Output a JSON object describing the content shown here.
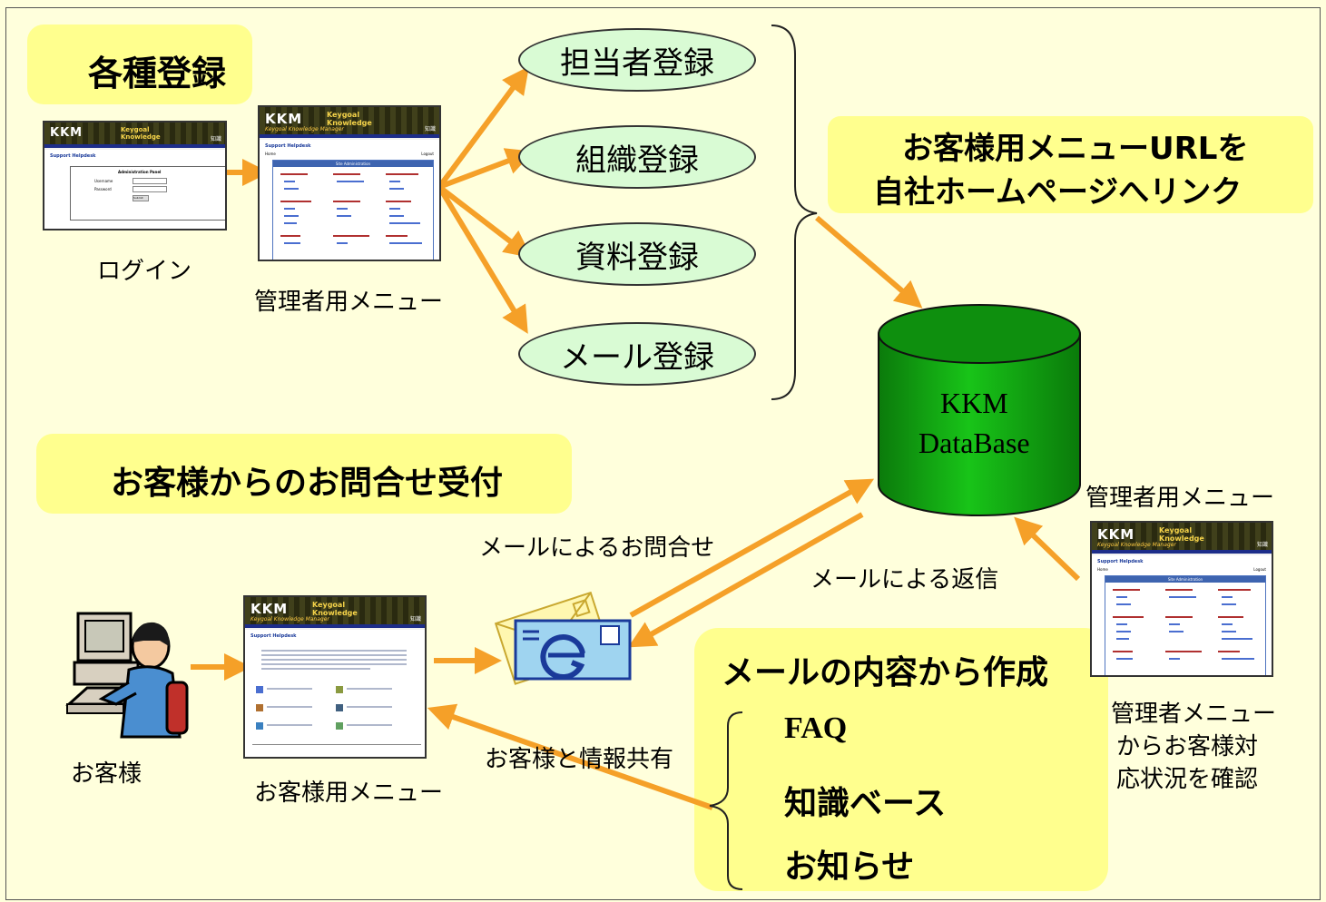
{
  "headers": {
    "registration": "各種登録",
    "inquiry": "お客様からのお問合せ受付",
    "link_line1": "お客様用メニューURLを",
    "link_line2": "自社ホームページへリンク"
  },
  "ovals": [
    "担当者登録",
    "組織登録",
    "資料登録",
    "メール登録"
  ],
  "captions": {
    "login": "ログイン",
    "admin_menu": "管理者用メニュー",
    "admin_menu_right": "管理者用メニュー",
    "customer": "お客様",
    "customer_menu": "お客様用メニュー",
    "confirm_line1": "管理者メニュー",
    "confirm_line2": "からお客様対",
    "confirm_line3": "応状況を確認"
  },
  "database": {
    "line1": "KKM",
    "line2": "DataBase"
  },
  "arrow_labels": {
    "mail_inquiry": "メールによるお問合せ",
    "mail_reply": "メールによる返信",
    "info_share": "お客様と情報共有"
  },
  "create_box": {
    "title": "メールの内容から作成",
    "items": [
      "FAQ",
      "知識ベース",
      "お知らせ"
    ]
  },
  "screenshot_text": {
    "logo": "KKM",
    "brand_line1": "Keygoal",
    "brand_line2": "Knowledge",
    "tagline": "Keygoal Knowledge Manager",
    "kanji": "知識",
    "helpdesk": "Support Helpdesk",
    "admin_panel": "Administration Panel",
    "username": "Username",
    "password": "Password",
    "submit": "Submit",
    "site_admin": "Site Administration",
    "home": "Home",
    "logout": "Logout"
  },
  "colors": {
    "background": "#ffffdc",
    "highlight": "#ffff8e",
    "oval_fill": "#d9fbd4",
    "arrow": "#f5a028",
    "db_green": "#0a9a0a"
  }
}
